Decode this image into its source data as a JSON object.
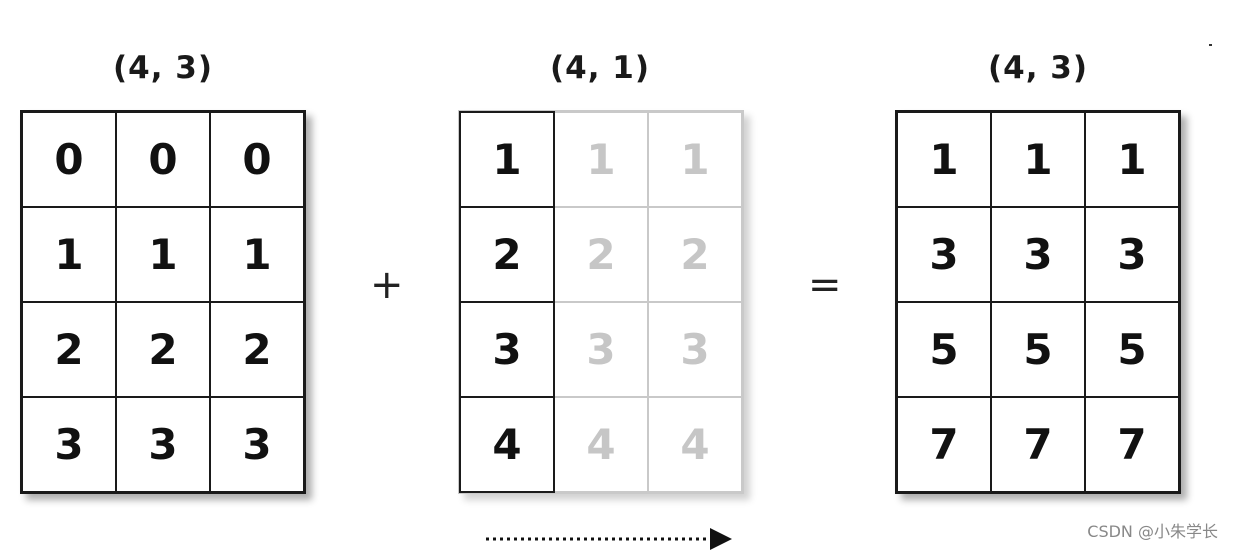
{
  "left_array": {
    "shape_label": "(4, 3)",
    "rows": [
      [
        "0",
        "0",
        "0"
      ],
      [
        "1",
        "1",
        "1"
      ],
      [
        "2",
        "2",
        "2"
      ],
      [
        "3",
        "3",
        "3"
      ]
    ]
  },
  "plus_sign": "+",
  "middle_array": {
    "shape_label": "(4, 1)",
    "rows": [
      {
        "solid": "1",
        "broadcast": [
          "1",
          "1"
        ]
      },
      {
        "solid": "2",
        "broadcast": [
          "2",
          "2"
        ]
      },
      {
        "solid": "3",
        "broadcast": [
          "3",
          "3"
        ]
      },
      {
        "solid": "4",
        "broadcast": [
          "4",
          "4"
        ]
      }
    ]
  },
  "equals_sign": "=",
  "result_array": {
    "shape_label": "(4, 3)",
    "rows": [
      [
        "1",
        "1",
        "1"
      ],
      [
        "3",
        "3",
        "3"
      ],
      [
        "5",
        "5",
        "5"
      ],
      [
        "7",
        "7",
        "7"
      ]
    ]
  },
  "watermark": "CSDN @小朱学长",
  "colors": {
    "grid_border": "#1a1a1a",
    "ghost_text": "#c6c6c6",
    "ghost_border": "#c9c9c9",
    "arrow": "#111111"
  },
  "icons": {
    "broadcast_arrow": "dotted-right-arrow-icon"
  }
}
